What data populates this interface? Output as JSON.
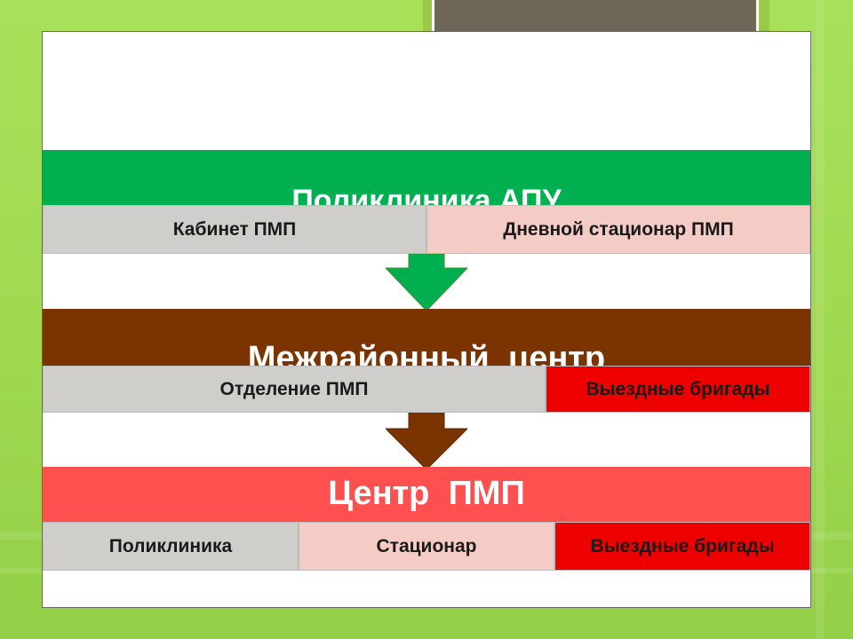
{
  "colors": {
    "background": "#9fd84f",
    "level1": "#00b050",
    "level2": "#7b3300",
    "level3": "#ff5050",
    "cell_gray": "#d0cecb",
    "cell_pink": "#f5cbc6",
    "cell_red": "#ee0000"
  },
  "level1": {
    "title": "Поликлиника АПУ",
    "cells": [
      "Кабинет ПМП",
      "Дневной стационар ПМП"
    ]
  },
  "level2": {
    "title": "Межрайонный  центр",
    "cells": [
      "Отделение ПМП",
      "Выездные бригады"
    ]
  },
  "level3": {
    "title": "Центр  ПМП",
    "cells": [
      "Поликлиника",
      "Стационар",
      "Выездные бригады"
    ]
  },
  "arrows": {
    "arrow1": "down-arrow-green",
    "arrow2": "down-arrow-brown"
  }
}
